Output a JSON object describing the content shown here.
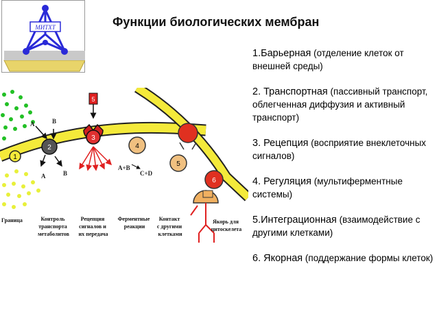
{
  "logo": {
    "text": "МИТХТ"
  },
  "title": "Функции биологических мембран",
  "functions": [
    {
      "name": "1.Барьерная",
      "desc": " (отделение клеток от внешней среды)"
    },
    {
      "name": "2. Транспортная",
      "desc": " (пассивный транспорт, облегченная диффузия и активный транспорт)"
    },
    {
      "name": "3. Рецепция",
      "desc": " (восприятие внеклеточных сигналов)"
    },
    {
      "name": "4. Регуляция",
      "desc": " (мультиферментные системы)"
    },
    {
      "name": "5.Интеграционная",
      "desc": " (взаимодействие с другими клетками)"
    },
    {
      "name": "6. Якорная",
      "desc": " (поддержание формы клеток)"
    }
  ],
  "diagram": {
    "markers": [
      "1",
      "2",
      "3",
      "4",
      "5",
      "6"
    ],
    "signal_box": "5",
    "labels": {
      "a_top": "A",
      "b_top": "B",
      "a_bottom": "A",
      "b_bottom": "B",
      "ab": "A+B",
      "cd": "C+D"
    },
    "captions": [
      [
        "Граница"
      ],
      [
        "Контроль",
        "транспорта",
        "метаболитов"
      ],
      [
        "Рецепция",
        "сигналов и",
        "их передача"
      ],
      [
        "Ферментные",
        "реакции"
      ],
      [
        "Контакт",
        "с другими",
        "клетками"
      ],
      [
        "Якорь для",
        "цитоскелета"
      ]
    ]
  }
}
